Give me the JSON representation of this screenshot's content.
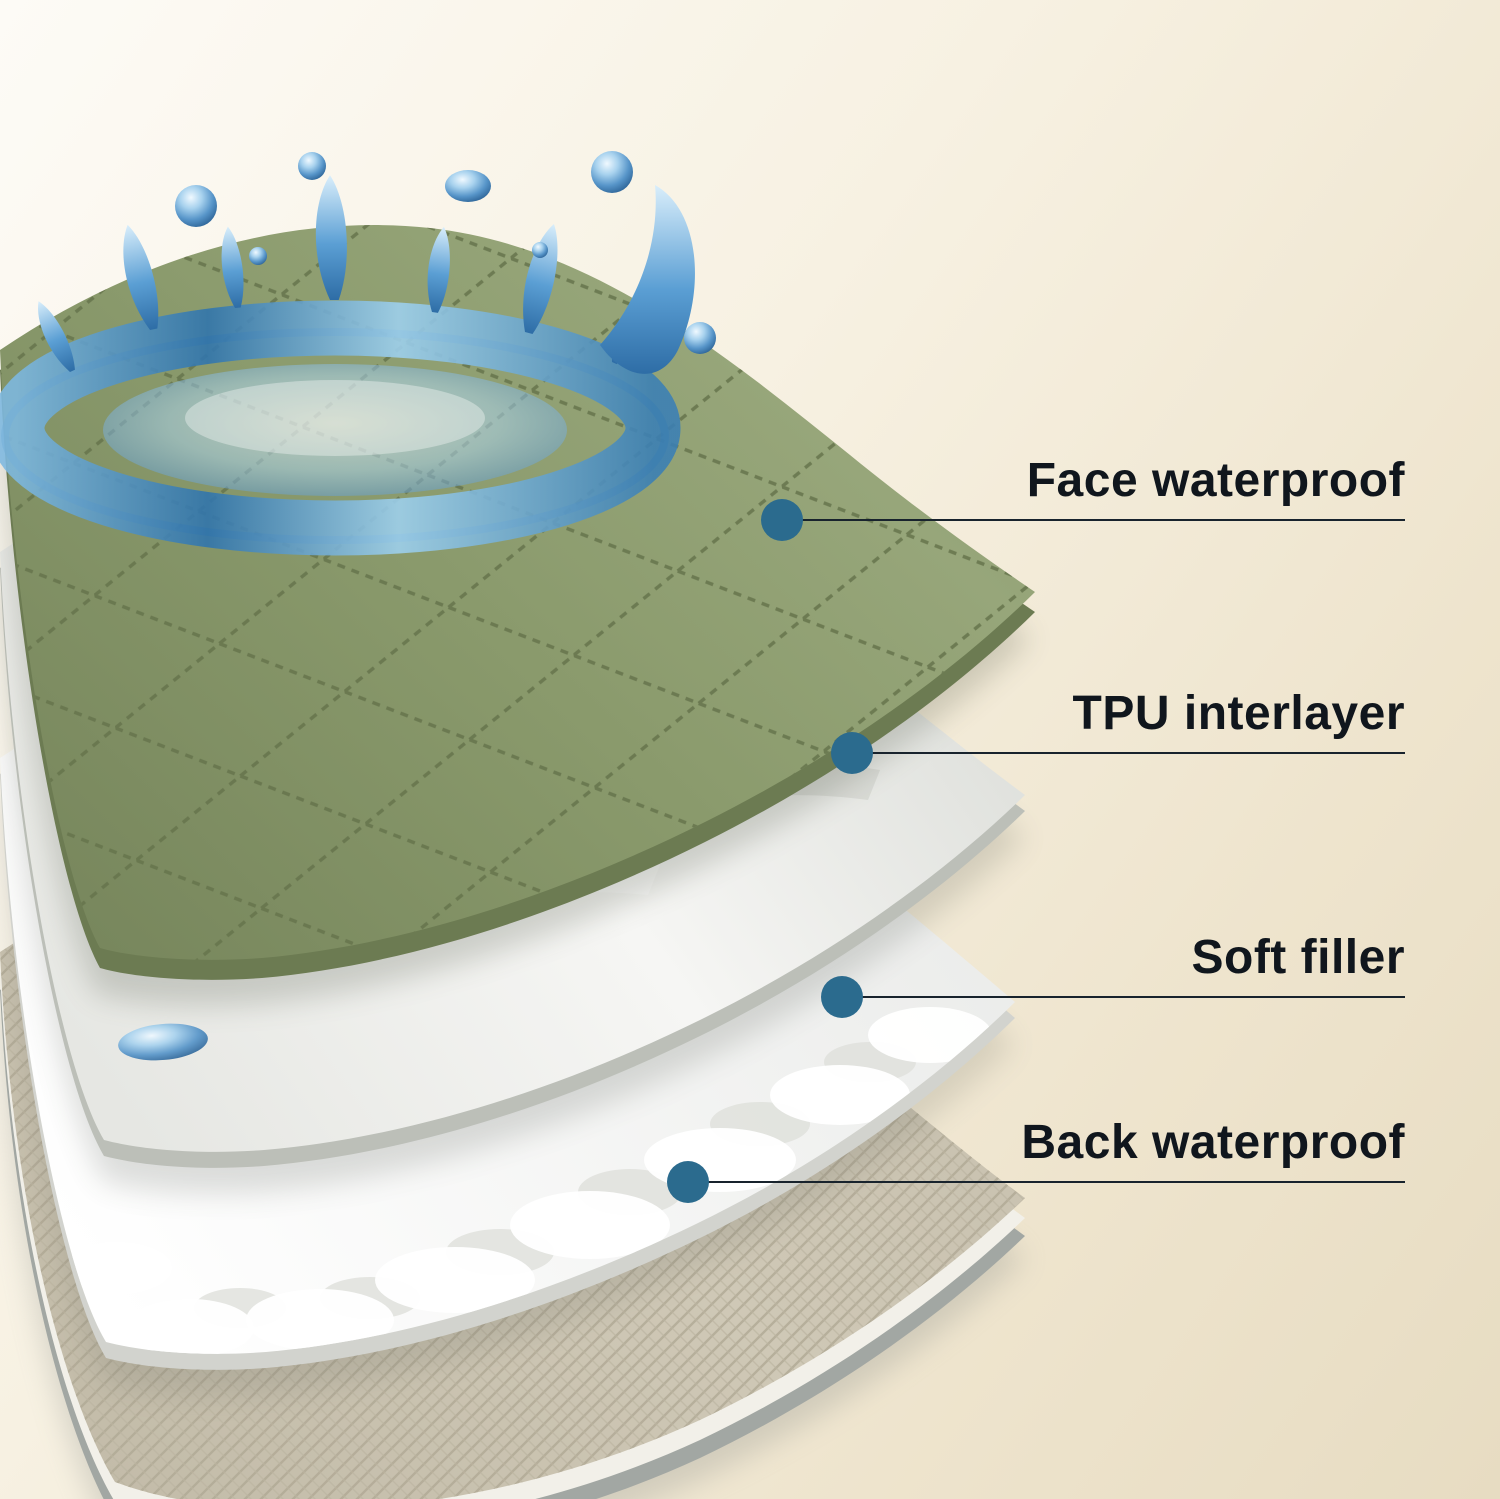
{
  "diagram": {
    "type": "product-layer-structure",
    "subject": "waterproof quilted pad layer breakdown",
    "callouts": [
      {
        "id": "face-waterproof",
        "label": "Face waterproof"
      },
      {
        "id": "tpu-interlayer",
        "label": "TPU interlayer"
      },
      {
        "id": "soft-filler",
        "label": "Soft filler"
      },
      {
        "id": "back-waterproof",
        "label": "Back waterproof"
      }
    ],
    "layers": [
      {
        "name": "face-waterproof-layer",
        "description": "green quilted waterproof fabric with water splash"
      },
      {
        "name": "tpu-interlayer-layer",
        "description": "white TPU film with water beads"
      },
      {
        "name": "soft-filler-layer",
        "description": "white soft filler padding"
      },
      {
        "name": "back-waterproof-layer",
        "description": "woven beige back waterproof fabric"
      }
    ],
    "colors": {
      "background_top": "#fdfbf6",
      "background_bottom": "#e7dcc2",
      "callout_dot": "#2b6b8e",
      "callout_line": "#18232d",
      "label_text": "#10161d",
      "layer_face_green": "#8a9a6c",
      "layer_tpu_white": "#ececE8",
      "layer_filler_white": "#f7f7f5",
      "layer_back_beige": "#cac3b1",
      "water_blue": "#4a8fc7"
    }
  }
}
